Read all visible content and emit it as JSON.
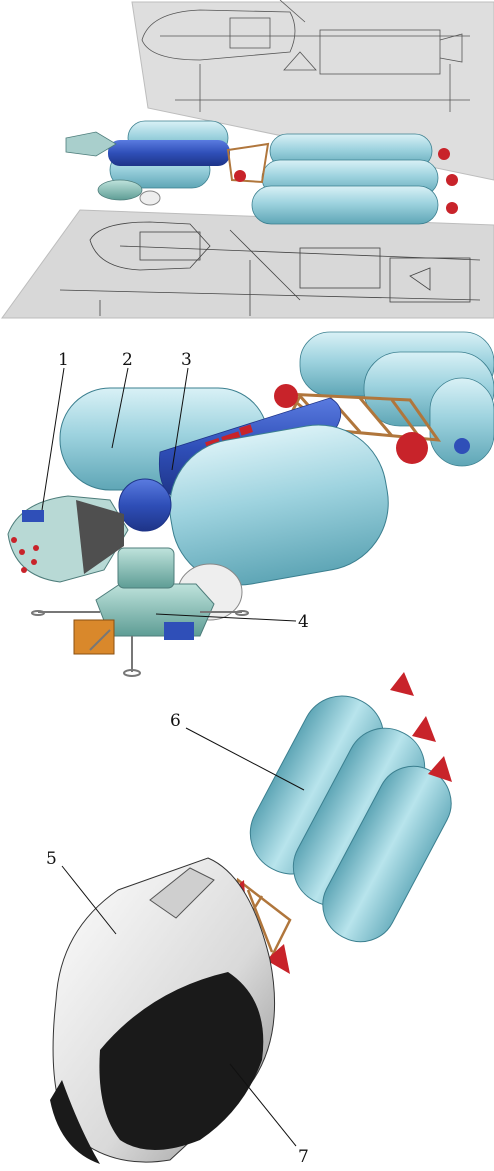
{
  "callouts": {
    "c1": "1",
    "c2": "2",
    "c3": "3",
    "c4": "4",
    "c5": "5",
    "c6": "6",
    "c7": "7"
  },
  "colors": {
    "tank": "#9ed3df",
    "tank_shadow": "#5fa6b6",
    "core": "#2f4fb8",
    "core_dark": "#1e3488",
    "engine": "#c8232a",
    "truss": "#b0763c",
    "lander": "#7fbfb6",
    "cargo": "#d9882b",
    "aeroshell": "#f1f1f1",
    "aeroshell_dark": "#1a1a1a",
    "drawing_bg": "#dcdcdc"
  }
}
